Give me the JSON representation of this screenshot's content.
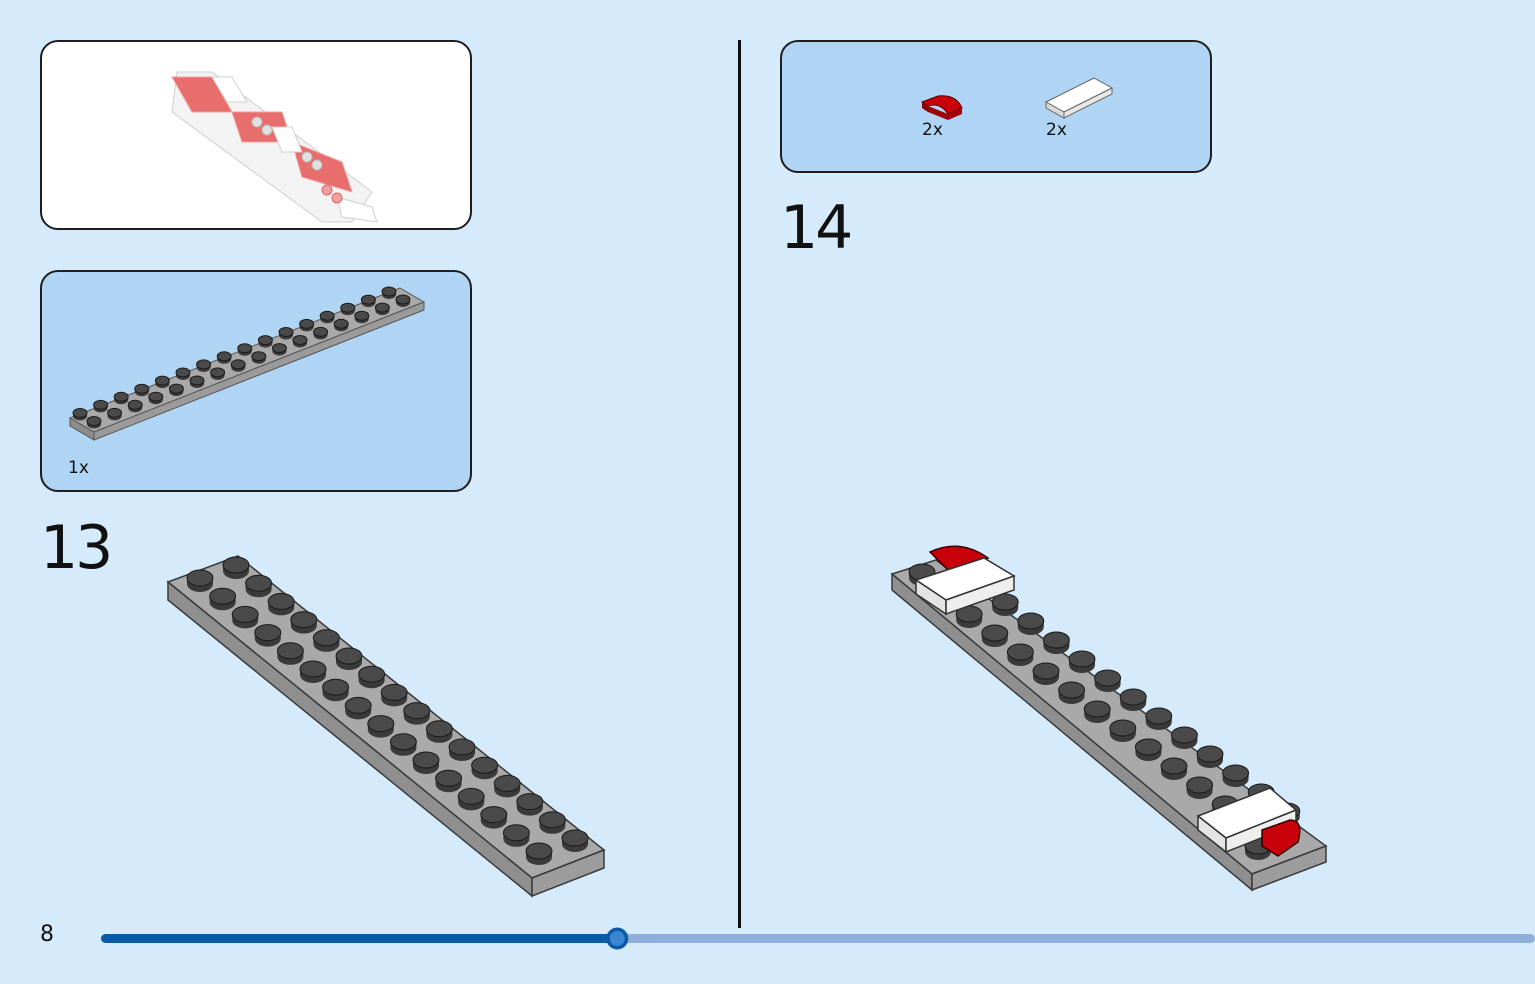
{
  "page": {
    "number": "8",
    "progress_fraction": 0.36
  },
  "left": {
    "preview_panel": {
      "icon": "assembled-model-preview"
    },
    "parts_panel": {
      "parts": [
        {
          "quantity": "1x",
          "icon": "gray-plate-2x16"
        }
      ]
    },
    "step": {
      "number": "13",
      "icon": "gray-plate-2x16"
    }
  },
  "right": {
    "parts_panel": {
      "parts": [
        {
          "quantity": "2x",
          "icon": "red-quarter-round-tile"
        },
        {
          "quantity": "2x",
          "icon": "white-tile-1x2"
        }
      ]
    },
    "step": {
      "number": "14",
      "icon": "plate-with-tiles"
    }
  },
  "colors": {
    "background": "#d5ebfb",
    "panel_blue": "#b0d5f4",
    "plate_gray": "#a0a0a0",
    "brick_red": "#c8000a",
    "progress_dark": "#0a5aa8",
    "progress_light": "#8fb1d9"
  }
}
